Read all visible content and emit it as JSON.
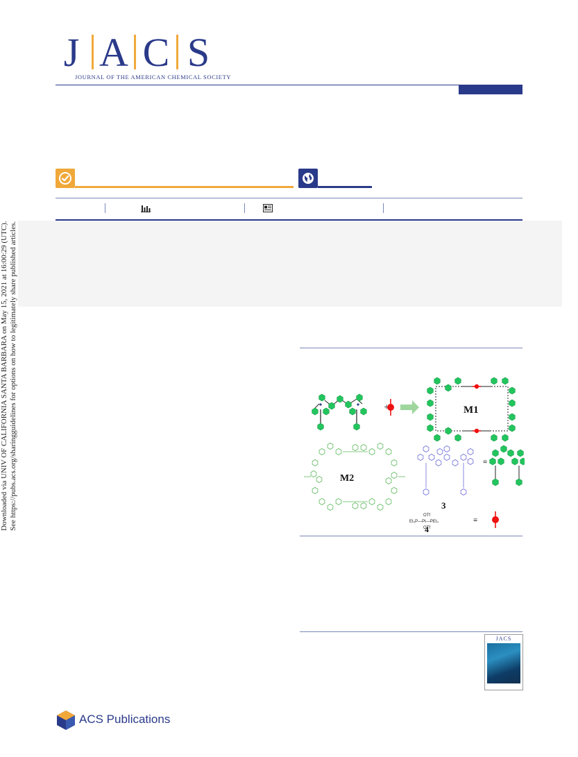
{
  "journal": {
    "letters": [
      "J",
      "A",
      "C",
      "S"
    ],
    "subtitle": "JOURNAL OF THE AMERICAN CHEMICAL SOCIETY",
    "brand_color": "#2a3a8a",
    "accent_color": "#f0a83a"
  },
  "badges": [
    {
      "icon": "check-circle-icon"
    },
    {
      "icon": "globe-icon"
    }
  ],
  "metrics_icons": [
    "bar-chart-icon",
    "article-icon"
  ],
  "side_notice": {
    "line1": "Downloaded via UNIV OF CALIFORNIA SANTA BARBARA on May 15, 2021 at 16:00:29 (UTC).",
    "line2": "See https://pubs.acs.org/sharingguidelines for options on how to legitimately share published articles."
  },
  "figure": {
    "labels": {
      "m1": "M1",
      "m2": "M2",
      "compound3": "3",
      "compound4": "4",
      "otf_top": "OTf",
      "pt_complex": "Et₃P—Pt—PEt₃",
      "otf_bottom": "OTf",
      "plus": "+",
      "equiv1": "≡",
      "equiv2": "≡"
    }
  },
  "cover": {
    "title": "JACS"
  },
  "publisher": {
    "name": "ACS Publications"
  }
}
